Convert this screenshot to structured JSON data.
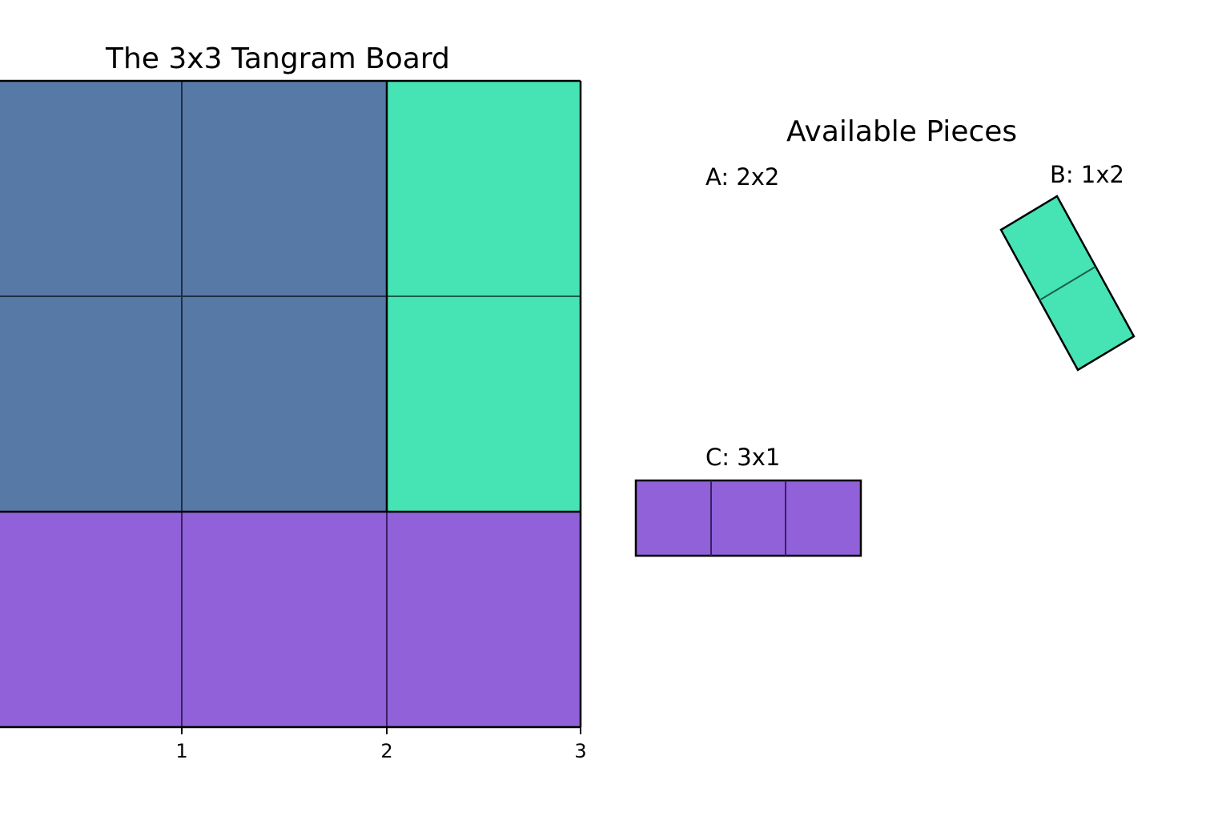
{
  "board": {
    "title": "The 3x3 Tangram Board",
    "x_ticks": [
      "1",
      "2",
      "3"
    ],
    "grid_size": 3,
    "regions": [
      {
        "piece": "A",
        "cells": [
          [
            0,
            0
          ],
          [
            0,
            1
          ],
          [
            1,
            0
          ],
          [
            1,
            1
          ]
        ],
        "color": "#5779a6"
      },
      {
        "piece": "B",
        "cells": [
          [
            0,
            2
          ],
          [
            1,
            2
          ]
        ],
        "color": "#46e3b4"
      },
      {
        "piece": "C",
        "cells": [
          [
            2,
            0
          ],
          [
            2,
            1
          ],
          [
            2,
            2
          ]
        ],
        "color": "#9061d8"
      }
    ]
  },
  "pieces_panel": {
    "title": "Available Pieces",
    "pieces": [
      {
        "id": "A",
        "label": "A: 2x2",
        "size": "2x2",
        "shown": false
      },
      {
        "id": "B",
        "label": "B: 1x2",
        "size": "1x2",
        "color": "#46e3b4",
        "shown": true,
        "rotated": true
      },
      {
        "id": "C",
        "label": "C: 3x1",
        "size": "3x1",
        "color": "#9061d8",
        "shown": true,
        "rotated": false
      }
    ]
  },
  "colors": {
    "piece_a": "#5779a6",
    "piece_b": "#46e3b4",
    "piece_c": "#9061d8",
    "outline": "#000000"
  }
}
